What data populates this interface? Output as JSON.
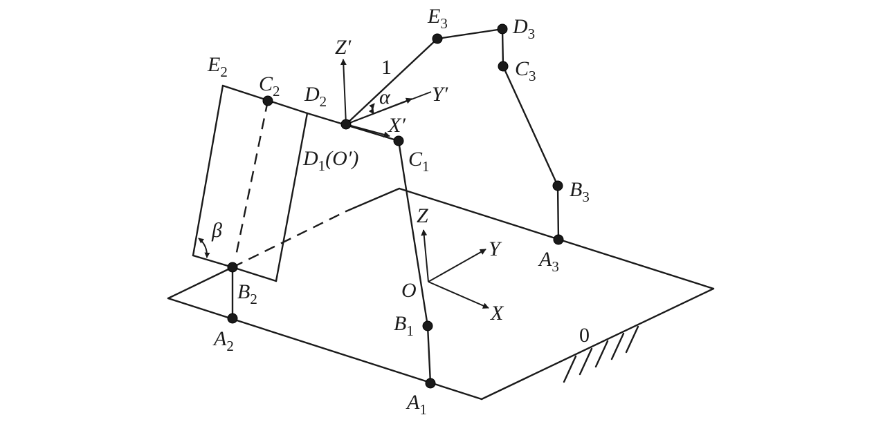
{
  "labels": {
    "E2": {
      "main": "E",
      "sub": "2"
    },
    "C2": {
      "main": "C",
      "sub": "2"
    },
    "D2": {
      "main": "D",
      "sub": "2"
    },
    "D1": {
      "main": "D",
      "sub": "1",
      "rest": "(O′)"
    },
    "Zp": {
      "main": "Z′"
    },
    "one": {
      "main": "1"
    },
    "alpha": {
      "main": "α"
    },
    "Yp": {
      "main": "Y′"
    },
    "Xp": {
      "main": "X′"
    },
    "C1": {
      "main": "C",
      "sub": "1"
    },
    "E3": {
      "main": "E",
      "sub": "3"
    },
    "D3": {
      "main": "D",
      "sub": "3"
    },
    "C3": {
      "main": "C",
      "sub": "3"
    },
    "B3": {
      "main": "B",
      "sub": "3"
    },
    "A3": {
      "main": "A",
      "sub": "3"
    },
    "Z": {
      "main": "Z"
    },
    "Y": {
      "main": "Y"
    },
    "X": {
      "main": "X"
    },
    "O": {
      "main": "O"
    },
    "beta": {
      "main": "β"
    },
    "B2": {
      "main": "B",
      "sub": "2"
    },
    "A2": {
      "main": "A",
      "sub": "2"
    },
    "B1": {
      "main": "B",
      "sub": "1"
    },
    "A1": {
      "main": "A",
      "sub": "1"
    },
    "zero": {
      "main": "0"
    }
  },
  "colors": {
    "ink": "#1a1a1a",
    "background": "#ffffff"
  }
}
